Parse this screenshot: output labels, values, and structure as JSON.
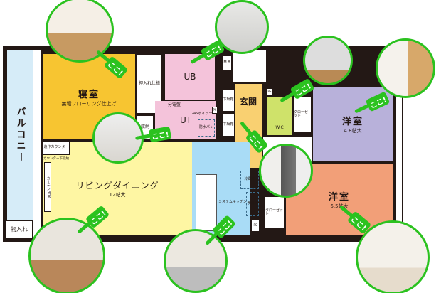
{
  "rooms": {
    "balcony": "バルコニー",
    "bedroom": {
      "name": "寝室",
      "note": "無垢フローリング仕上げ"
    },
    "oshiire": "押入れ仕様",
    "storage": "収納",
    "ub": "UB",
    "ut": "UT",
    "breaker": "分電盤",
    "gas_boiler": "GASボイラー",
    "waterproof_pan": "防水パン",
    "mb": "M.B",
    "shoe_box_1": "下駄箱",
    "shoe_box_2": "下駄箱",
    "entrance": "玄関",
    "wc": "W.C",
    "ps_1": "PS",
    "ps_2": "PS",
    "ps_3": "PS",
    "closet_1": "クローゼット",
    "closet_2": "クローゼット",
    "western_room_1": {
      "name": "洋室",
      "size": "4.8帖大"
    },
    "western_room_2": {
      "name": "洋室",
      "size": "6.5帖大"
    },
    "living": {
      "name": "リビングダイニング",
      "size": "12帖大"
    },
    "counter": "造作カウンター",
    "counter_note": "カウンター下収納",
    "curtain_box": "カーテンBOX",
    "kitchen": "システムキッチン",
    "fridge": "冷蔵庫",
    "cupboard": "食器棚",
    "closet_small": "物入れ"
  },
  "pointer_label": "ここ!",
  "colors": {
    "bedroom": "#f7c531",
    "bath": "#f4c3da",
    "entrance": "#f9d071",
    "wc": "#cfe26a",
    "room1": "#b8b1da",
    "room2": "#f29f78",
    "living": "#fef6a3",
    "kitchen": "#a9dcf6",
    "balcony": "#d6ecf8",
    "accent": "#2bc21f"
  }
}
